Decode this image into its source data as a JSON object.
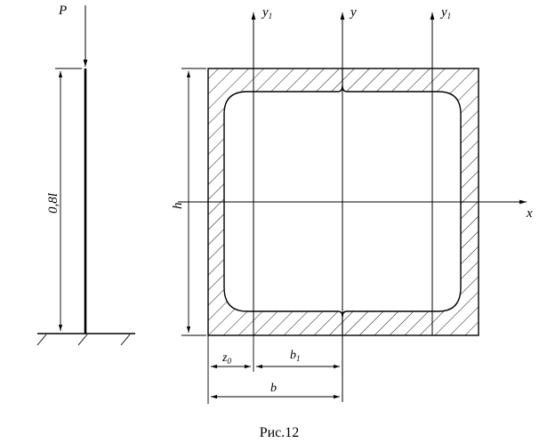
{
  "caption": "Рис.12",
  "column": {
    "load_label": "P",
    "length_label": "0,8l"
  },
  "section": {
    "axis_x_label": "x",
    "axis_y_label": "y",
    "axis_y1_label": "y",
    "axis_y1_subscript": "1",
    "height_label": "h",
    "z0_label": "z",
    "z0_subscript": "0",
    "b1_label": "b",
    "b1_subscript": "1",
    "b_label": "b"
  }
}
